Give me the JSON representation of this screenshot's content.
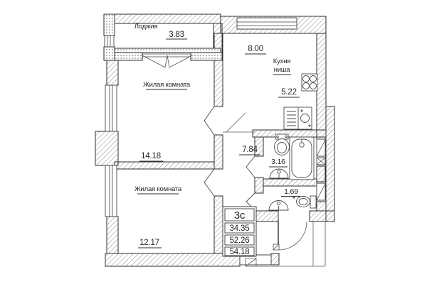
{
  "plan_title": "apartment-floor-plan",
  "rooms": {
    "loggia": {
      "label": "Лоджия",
      "area": "3.83"
    },
    "living1": {
      "label": "Жилая комната",
      "area": "14.18"
    },
    "living2": {
      "label": "Жилая комната",
      "area": "12.17"
    },
    "kitchen": {
      "label_line1": "Кухня",
      "label_line2": "ниша",
      "area": "8.00",
      "niche_area": "5.22"
    },
    "hall": {
      "area": "7.84"
    },
    "bathroom": {
      "area": "3.16"
    },
    "wc": {
      "area": "1.69"
    }
  },
  "stamp": {
    "type": "3с",
    "rows": [
      "34.35",
      "52.26",
      "54.18"
    ]
  },
  "colors": {
    "ink": "#2e2e2e",
    "hatch": "#707070",
    "background": "#ffffff"
  }
}
